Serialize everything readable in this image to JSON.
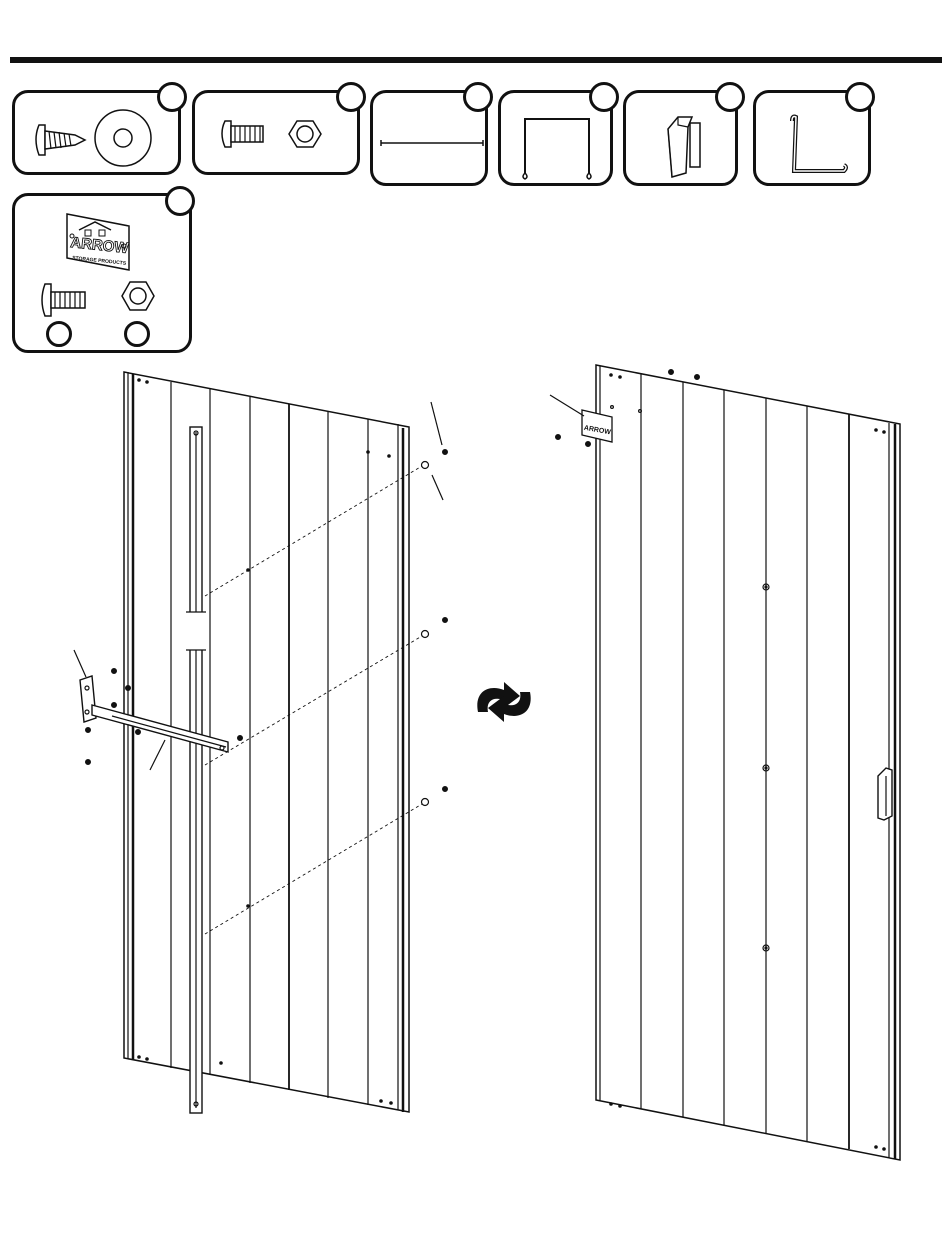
{
  "page": {
    "background": "#ffffff",
    "line_color": "#111111"
  },
  "parts": [
    {
      "id": "screw-washer",
      "icon": "screw-with-washer-icon"
    },
    {
      "id": "bolt-nut",
      "icon": "bolt-with-nut-icon"
    },
    {
      "id": "rod",
      "icon": "rod-icon"
    },
    {
      "id": "u-bracket",
      "icon": "u-bracket-icon"
    },
    {
      "id": "door-handle",
      "icon": "door-handle-icon"
    },
    {
      "id": "l-hook",
      "icon": "l-hook-icon"
    },
    {
      "id": "nameplate-kit",
      "icon": "nameplate-kit-icon"
    }
  ],
  "nameplate": {
    "brand": "ARROW",
    "sub": "STORAGE PRODUCTS"
  },
  "flip_icon": "flip-over-arrows-icon"
}
